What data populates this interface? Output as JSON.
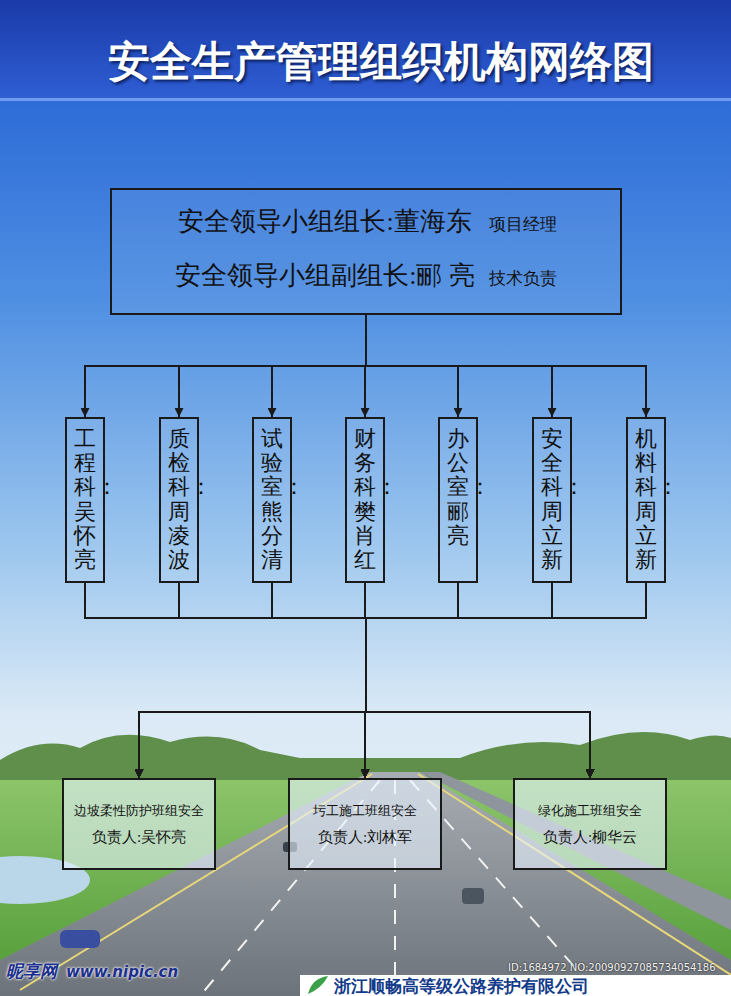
{
  "diagram": {
    "title": "安全生产管理组织机构网络图",
    "nodes": [
      {
        "text": [
          "安全领导小组组长:董海东",
          "项目经理",
          "安全领导小组副组长:郦 亮",
          "技术负责"
        ]
      },
      {
        "text": [
          "工程科：吴怀亮"
        ]
      },
      {
        "text": [
          "质检科：周凌波"
        ]
      },
      {
        "text": [
          "试验室：熊分清"
        ]
      },
      {
        "text": [
          "财务科：樊肖红"
        ]
      },
      {
        "text": [
          "办公室：郦 亮"
        ]
      },
      {
        "text": [
          "安全科：周立新"
        ]
      },
      {
        "text": [
          "机料科：周立新"
        ]
      },
      {
        "text": [
          "边坡柔性防护班组安全",
          "负责人:吴怀亮"
        ]
      },
      {
        "text": [
          "圬工施工班组安全",
          "负责人:刘林军"
        ]
      },
      {
        "text": [
          "绿化施工班组安全",
          "负责人:柳华云"
        ]
      }
    ],
    "edges": [
      {
        "from": 0,
        "to": 1,
        "arrow": "to"
      },
      {
        "from": 0,
        "to": 2,
        "arrow": "to"
      },
      {
        "from": 0,
        "to": 3,
        "arrow": "to"
      },
      {
        "from": 0,
        "to": 4,
        "arrow": "to"
      },
      {
        "from": 0,
        "to": 5,
        "arrow": "to"
      },
      {
        "from": 0,
        "to": 6,
        "arrow": "to"
      },
      {
        "from": 0,
        "to": 7,
        "arrow": "to"
      },
      {
        "from": 1,
        "to": 8,
        "arrow": "to"
      },
      {
        "from": 1,
        "to": 9,
        "arrow": "to"
      },
      {
        "from": 1,
        "to": 10,
        "arrow": "to"
      },
      {
        "from": 2,
        "to": 8,
        "arrow": "to"
      },
      {
        "from": 2,
        "to": 9,
        "arrow": "to"
      },
      {
        "from": 2,
        "to": 10,
        "arrow": "to"
      },
      {
        "from": 3,
        "to": 8,
        "arrow": "to"
      },
      {
        "from": 3,
        "to": 9,
        "arrow": "to"
      },
      {
        "from": 3,
        "to": 10,
        "arrow": "to"
      },
      {
        "from": 4,
        "to": 8,
        "arrow": "to"
      },
      {
        "from": 4,
        "to": 9,
        "arrow": "to"
      },
      {
        "from": 4,
        "to": 10,
        "arrow": "to"
      },
      {
        "from": 5,
        "to": 8,
        "arrow": "to"
      },
      {
        "from": 5,
        "to": 9,
        "arrow": "to"
      },
      {
        "from": 5,
        "to": 10,
        "arrow": "to"
      },
      {
        "from": 6,
        "to": 8,
        "arrow": "to"
      },
      {
        "from": 6,
        "to": 9,
        "arrow": "to"
      },
      {
        "from": 6,
        "to": 10,
        "arrow": "to"
      },
      {
        "from": 7,
        "to": 8,
        "arrow": "to"
      },
      {
        "from": 7,
        "to": 9,
        "arrow": "to"
      },
      {
        "from": 7,
        "to": 10,
        "arrow": "to"
      }
    ],
    "labels": [
      "昵享网",
      "www.nipic.cn",
      "ID:1684972 NO:20090927085734054186",
      "浙江顺畅高等级公路养护有限公司"
    ]
  }
}
